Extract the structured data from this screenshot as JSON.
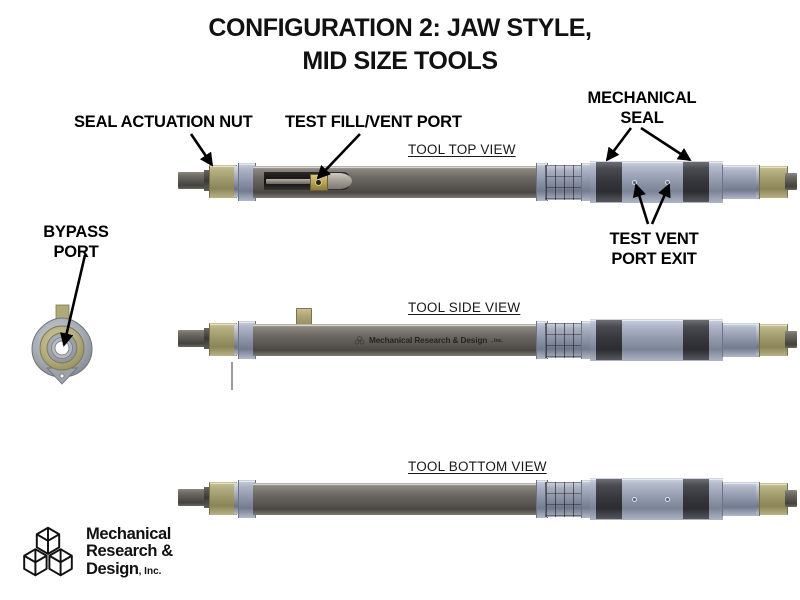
{
  "title": {
    "line1": "CONFIGURATION 2: JAW STYLE,",
    "line2": "MID SIZE TOOLS"
  },
  "callouts": {
    "seal_actuation_nut": "SEAL ACTUATION NUT",
    "test_fill_vent_port": "TEST FILL/VENT PORT",
    "mechanical_seal_line1": "MECHANICAL",
    "mechanical_seal_line2": "SEAL",
    "test_vent_port_exit_line1": "TEST VENT",
    "test_vent_port_exit_line2": "PORT EXIT",
    "bypass_port_line1": "BYPASS",
    "bypass_port_line2": "PORT"
  },
  "views": {
    "top": "TOOL TOP VIEW",
    "side": "TOOL SIDE VIEW",
    "bottom": "TOOL BOTTOM VIEW"
  },
  "body_branding": {
    "name": "Mechanical Research & Design",
    "suffix": ", Inc."
  },
  "logo": {
    "line1": "Mechanical",
    "line2": "Research &",
    "line3": "Design",
    "inc": ", Inc."
  },
  "colors": {
    "background": "#ffffff",
    "text": "#111111",
    "body_tube": "#6e6a64",
    "seal_barrel": "#949cb0",
    "seal_band": "#37383d",
    "nut_khaki": "#9c9568",
    "collar_blue_grey": "#8e96ab",
    "port_brass": "#bda75b",
    "arrow": "#000000"
  }
}
